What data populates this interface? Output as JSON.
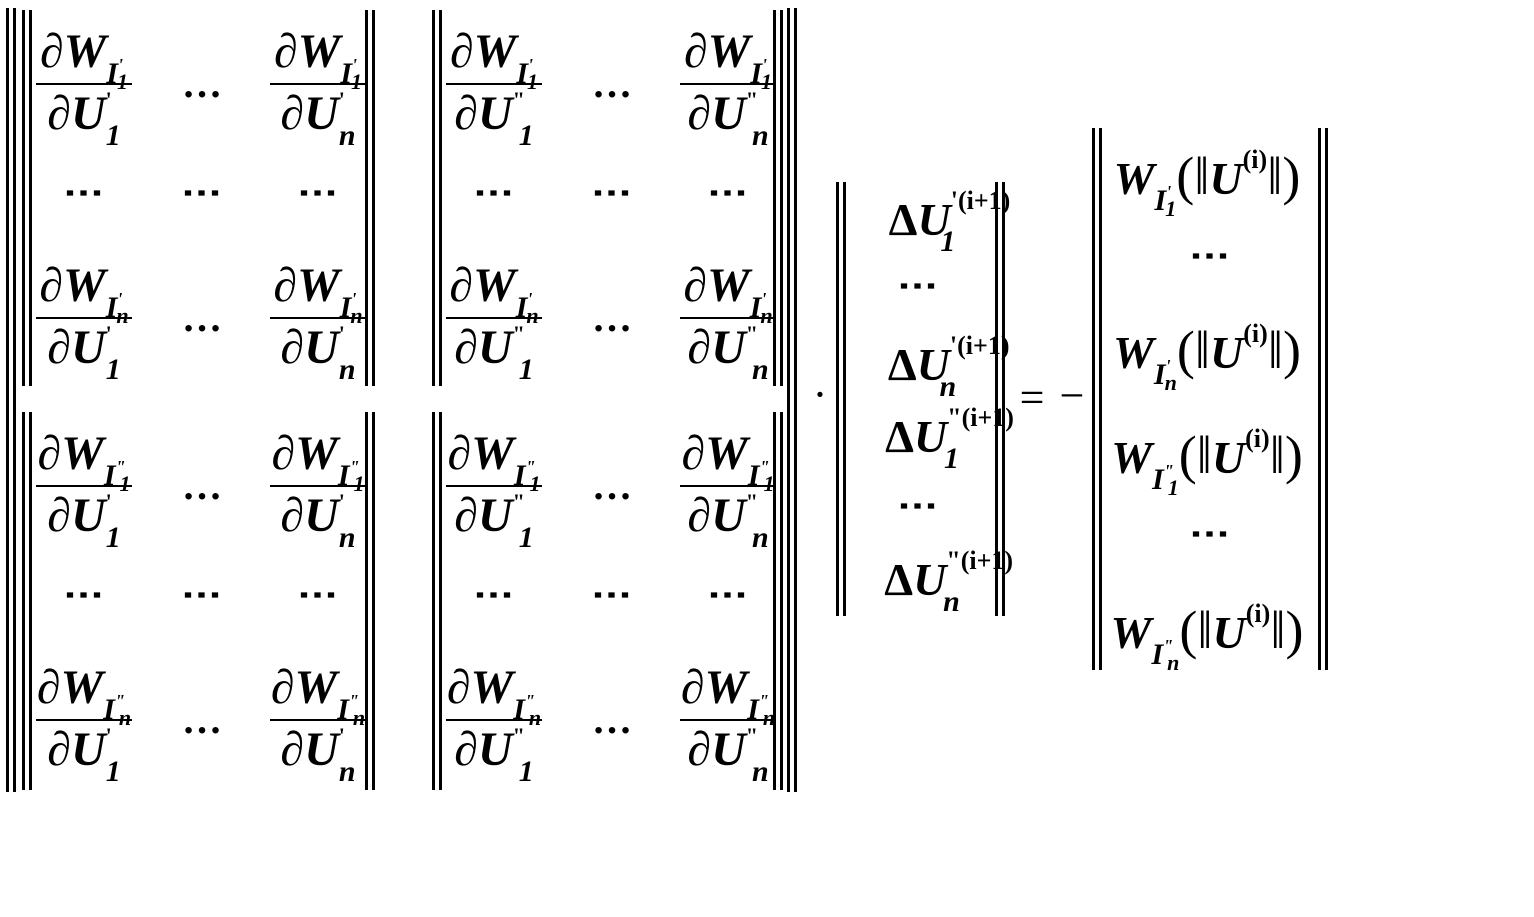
{
  "symbols": {
    "partial": "∂",
    "W": "W",
    "U": "U",
    "I": "I",
    "delta": "Δ",
    "one": "1",
    "n": "n",
    "prime": "'",
    "dprime": "\"",
    "hdots": "…",
    "vdots": "⋮",
    "cdot": "·",
    "equals": "=",
    "minus": "−",
    "iter_next": "(i+1)",
    "iter_cur": "(i)",
    "lparen": "(",
    "rparen": ")",
    "norm": "‖"
  }
}
